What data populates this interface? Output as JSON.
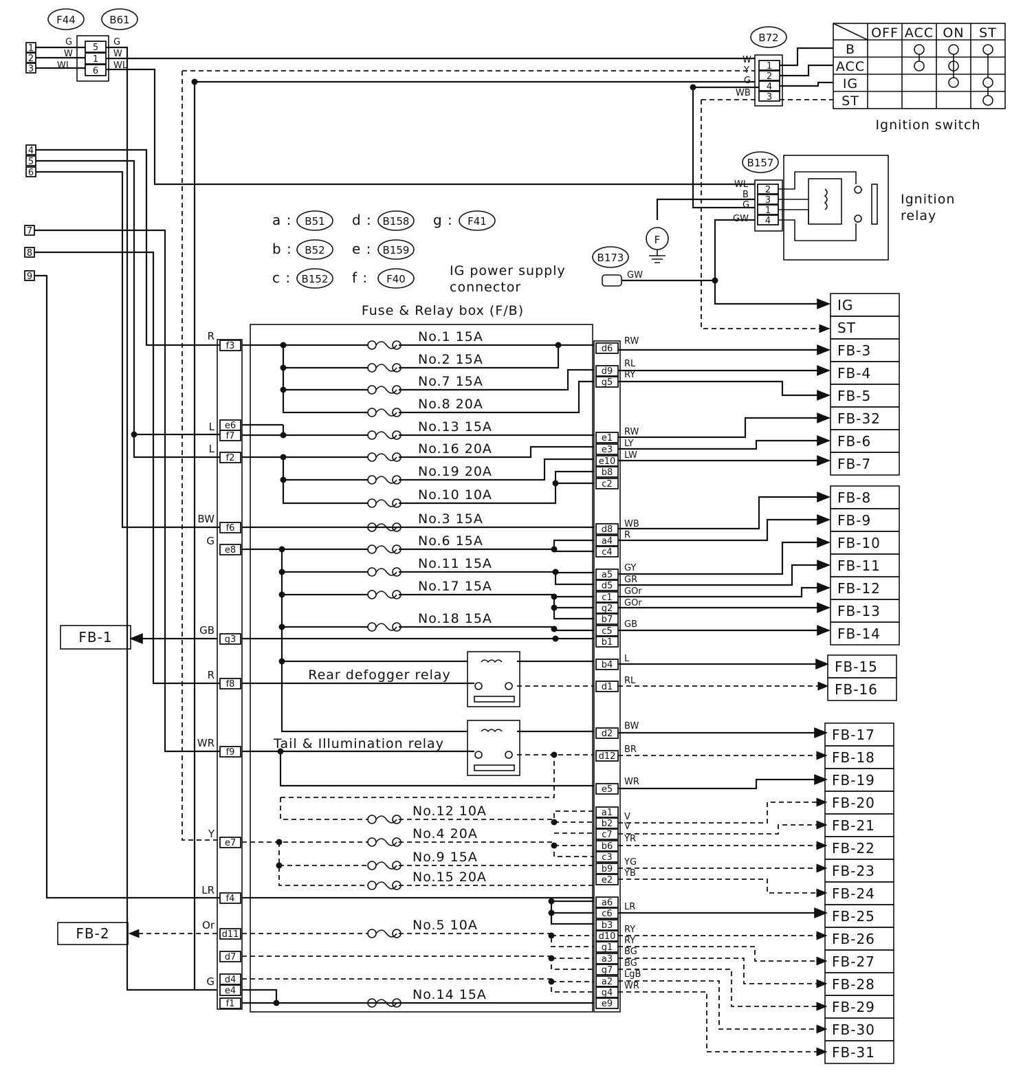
{
  "connectors": {
    "f44": "F44",
    "b61": "B61",
    "b72": "B72",
    "b157": "B157",
    "b173": "B173"
  },
  "left_pins": {
    "top": [
      "1",
      "2",
      "3"
    ],
    "mid": [
      "4",
      "5",
      "6"
    ],
    "low": [
      "7",
      "8",
      "9"
    ]
  },
  "b61": {
    "pins": [
      "5",
      "1",
      "6"
    ],
    "wires_left": [
      "G",
      "W",
      "WL"
    ],
    "wires_right": [
      "G",
      "W",
      "WL"
    ]
  },
  "ignition_switch": {
    "title": "Ignition switch",
    "columns": [
      "OFF",
      "ACC",
      "ON",
      "ST"
    ],
    "rows": [
      "B",
      "ACC",
      "IG",
      "ST"
    ],
    "b72_pins": [
      "1",
      "2",
      "4",
      "3"
    ],
    "b72_wires": [
      "W",
      "Y",
      "G",
      "WB"
    ]
  },
  "ignition_relay": {
    "title_line1": "Ignition",
    "title_line2": "relay",
    "pins": [
      "2",
      "3",
      "1",
      "4"
    ],
    "wires": [
      "WL",
      "B",
      "G",
      "GW"
    ],
    "ground_symbol": "F"
  },
  "ig_connector": {
    "label_line1": "IG power supply",
    "label_line2": "connector",
    "wire": "GW"
  },
  "legend": [
    {
      "letter": "a :",
      "conn": "B51"
    },
    {
      "letter": "b :",
      "conn": "B52"
    },
    {
      "letter": "c :",
      "conn": "B152"
    },
    {
      "letter": "d :",
      "conn": "B158"
    },
    {
      "letter": "e :",
      "conn": "B159"
    },
    {
      "letter": "f :",
      "conn": "F40"
    },
    {
      "letter": "g :",
      "conn": "F41"
    }
  ],
  "fuse_box": {
    "title": "Fuse & Relay box (F/B)",
    "fuses": [
      "No.1 15A",
      "No.2 15A",
      "No.7 15A",
      "No.8 20A",
      "No.13 15A",
      "No.16 20A",
      "No.19 20A",
      "No.10 10A",
      "No.3 15A",
      "No.6 15A",
      "No.11 15A",
      "No.17 15A",
      "No.18 15A",
      "No.12 10A",
      "No.4 20A",
      "No.9 15A",
      "No.15 20A",
      "No.5 10A",
      "No.14 15A"
    ],
    "relays": [
      "Rear defogger relay",
      "Tail & Illumination relay"
    ],
    "left_terminals": [
      "f3",
      "e6",
      "f7",
      "f2",
      "f6",
      "e8",
      "g3",
      "f8",
      "f9",
      "e7",
      "f4",
      "d11",
      "d7",
      "d4",
      "e4",
      "f1"
    ],
    "left_wires": [
      "R",
      "L",
      "L",
      "BW",
      "G",
      "GB",
      "R",
      "WR",
      "Y",
      "LR",
      "Or",
      "G"
    ],
    "right_terminals": [
      "d6",
      "d9",
      "g5",
      "e1",
      "e3",
      "e10",
      "b8",
      "c2",
      "d8",
      "a4",
      "c4",
      "a5",
      "d5",
      "c1",
      "g2",
      "b7",
      "c5",
      "b1",
      "b4",
      "d1",
      "d2",
      "d12",
      "e5",
      "a1",
      "b2",
      "c7",
      "b6",
      "c3",
      "b9",
      "e2",
      "a6",
      "c6",
      "b3",
      "d10",
      "g1",
      "a3",
      "g7",
      "a2",
      "g4",
      "e9"
    ],
    "right_wires": [
      "RW",
      "RL",
      "RY",
      "RW",
      "LY",
      "LW",
      "WB",
      "R",
      "GY",
      "GR",
      "GOr",
      "GOr",
      "GB",
      "L",
      "RL",
      "BW",
      "BR",
      "WR",
      "V",
      "V",
      "YR",
      "YG",
      "YB",
      "LR",
      "RY",
      "RY",
      "BG",
      "BG",
      "LgB",
      "WR"
    ]
  },
  "outputs": [
    "IG",
    "ST",
    "FB-3",
    "FB-4",
    "FB-5",
    "FB-32",
    "FB-6",
    "FB-7",
    "FB-8",
    "FB-9",
    "FB-10",
    "FB-11",
    "FB-12",
    "FB-13",
    "FB-14",
    "FB-15",
    "FB-16",
    "FB-17",
    "FB-18",
    "FB-19",
    "FB-20",
    "FB-21",
    "FB-22",
    "FB-23",
    "FB-24",
    "FB-25",
    "FB-26",
    "FB-27",
    "FB-28",
    "FB-29",
    "FB-30",
    "FB-31"
  ],
  "left_outputs": [
    "FB-1",
    "FB-2"
  ]
}
